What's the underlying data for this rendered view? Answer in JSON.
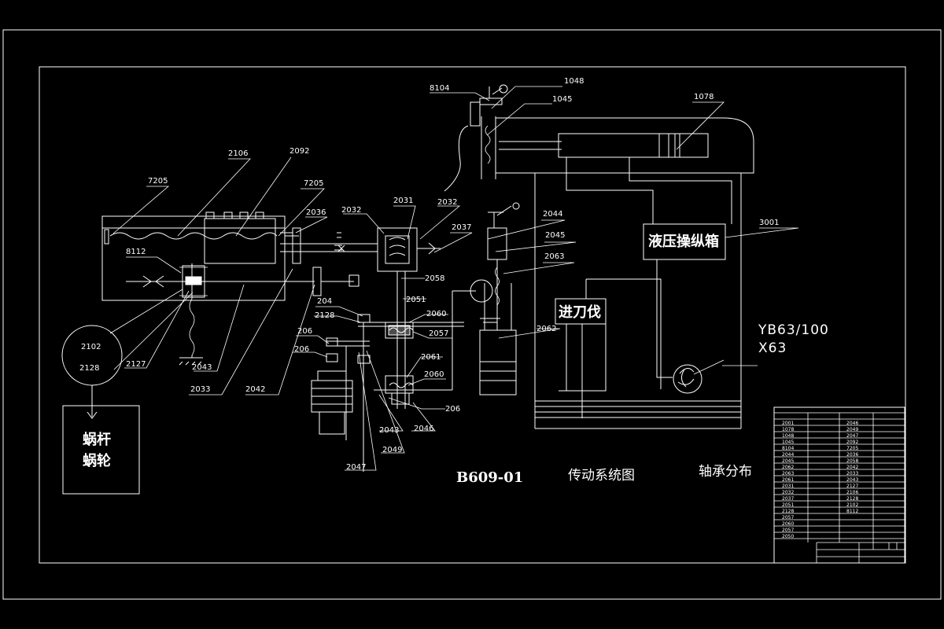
{
  "title_text": "传动系统图",
  "drawing_number": "B609-01",
  "bearing_title": "轴承分布",
  "boxes": {
    "hydraulic": "液压操纵箱",
    "feed": "进刀伐",
    "worm_line1": "蜗杆",
    "worm_line2": "蜗轮"
  },
  "pump_lines": [
    "YB63/100",
    "X63"
  ],
  "callouts": {
    "c8104": "8104",
    "c1048": "1048",
    "c1045": "1045",
    "c1078": "1078",
    "c2106": "2106",
    "c2092": "2092",
    "c7205a": "7205",
    "c7205b": "7205",
    "c2036": "2036",
    "c2032a": "2032",
    "c2031": "2031",
    "c2032b": "2032",
    "c2037": "2037",
    "c2044": "2044",
    "c2045": "2045",
    "c2063": "2063",
    "c3001": "3001",
    "c8112": "8112",
    "c2058": "2058",
    "c2051": "2051",
    "c204": "204",
    "c2128a": "2128",
    "c2060a": "2060",
    "c2057": "2057",
    "c2062": "2062",
    "c206a": "206",
    "c206b": "206",
    "c2061": "2061",
    "c2060b": "2060",
    "c206c": "206",
    "c2043a": "2043",
    "c2046": "2046",
    "c2049": "2049",
    "c2047": "2047",
    "c2102": "2102",
    "c2128b": "2128",
    "c2127": "2127",
    "c2043b": "2043",
    "c2033": "2033",
    "c2042": "2042"
  }
}
